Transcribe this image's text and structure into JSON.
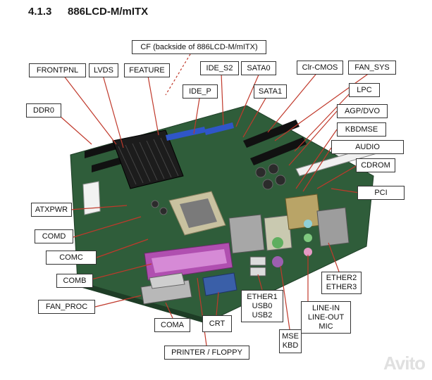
{
  "header": {
    "section": "4.1.3",
    "title": "886LCD-M/mITX"
  },
  "labels": {
    "cf": "CF (backside of 886LCD-M/mITX)",
    "frontpnl": "FRONTPNL",
    "lvds": "LVDS",
    "feature": "FEATURE",
    "ide_s2": "IDE_S2",
    "sata0": "SATA0",
    "clr_cmos": "Clr-CMOS",
    "fan_sys": "FAN_SYS",
    "ide_p": "IDE_P",
    "sata1": "SATA1",
    "lpc": "LPC",
    "ddr0": "DDR0",
    "agp_dvo": "AGP/DVO",
    "kbdmse": "KBDMSE",
    "audio": "AUDIO",
    "cdrom": "CDROM",
    "pci": "PCI",
    "atxpwr": "ATXPWR",
    "comd": "COMD",
    "comc": "COMC",
    "comb": "COMB",
    "fan_proc": "FAN_PROC",
    "coma": "COMA",
    "crt": "CRT",
    "printer_floppy": "PRINTER / FLOPPY",
    "ether1": "ETHER1",
    "usb0": "USB0",
    "usb2": "USB2",
    "mse": "MSE",
    "kbd": "KBD",
    "line_in": "LINE-IN",
    "line_out": "LINE-OUT",
    "mic": "MIC",
    "ether2": "ETHER2",
    "ether3": "ETHER3"
  },
  "watermark": "Avito",
  "colors": {
    "leader_line": "#c0392b",
    "board_green": "#2f5d3a",
    "heatsink": "#1c1c1c",
    "parallel_port": "#b04fb0",
    "vga_port": "#3a5fa8",
    "ide_blue": "#2f56c8"
  }
}
